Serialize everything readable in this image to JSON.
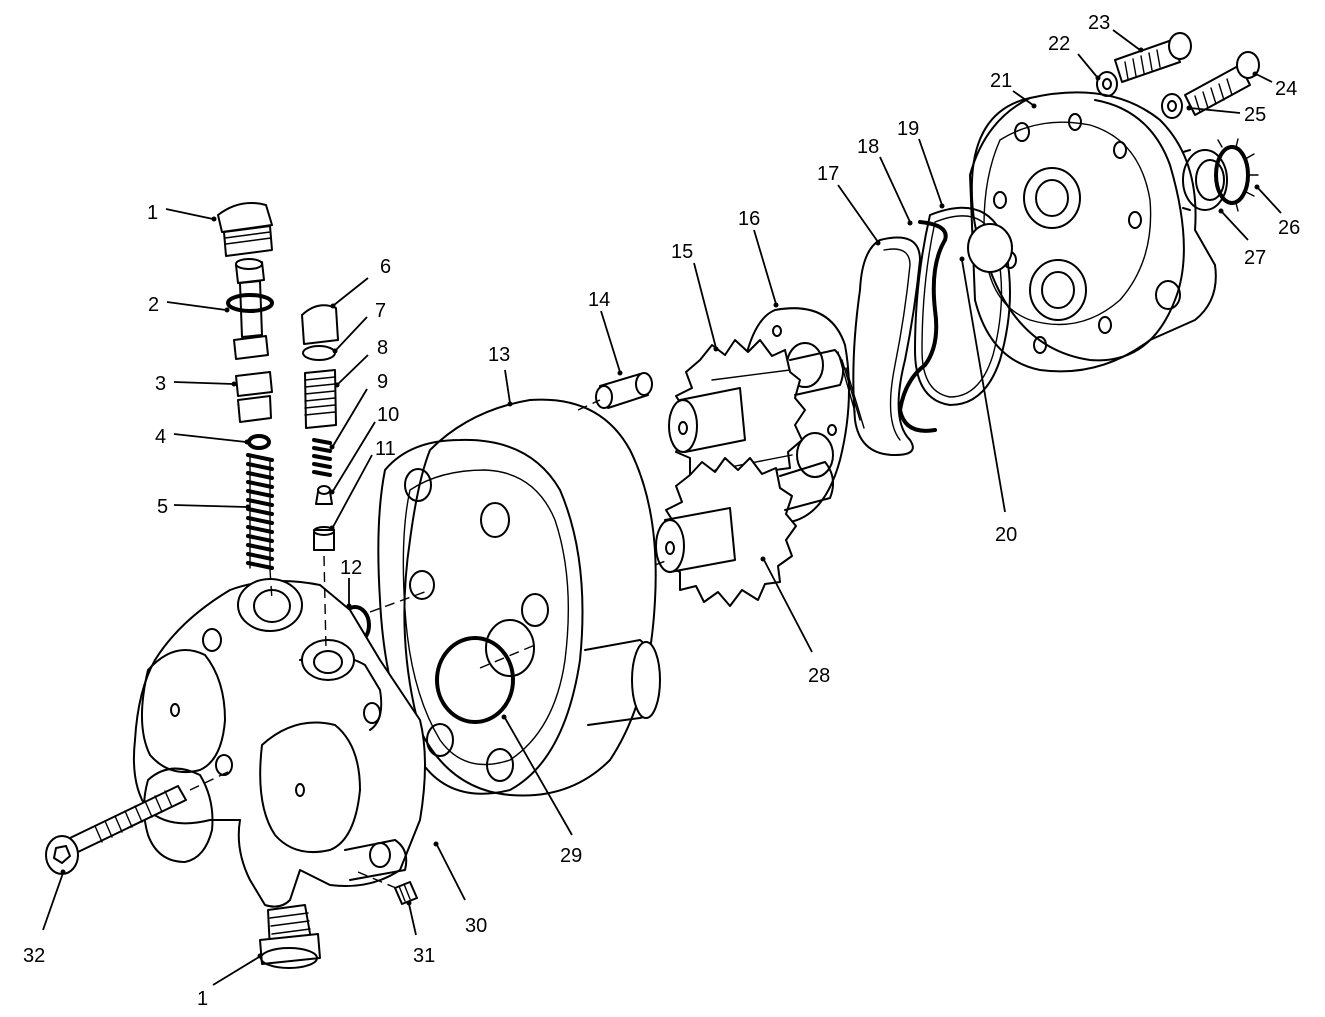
{
  "callouts": {
    "c1_top": "1",
    "c2": "2",
    "c3": "3",
    "c4": "4",
    "c5": "5",
    "c6": "6",
    "c7": "7",
    "c8": "8",
    "c9": "9",
    "c10": "10",
    "c11": "11",
    "c12": "12",
    "c13": "13",
    "c14": "14",
    "c15": "15",
    "c16": "16",
    "c17": "17",
    "c18": "18",
    "c19": "19",
    "c20": "20",
    "c21": "21",
    "c22": "22",
    "c23": "23",
    "c24": "24",
    "c25": "25",
    "c26": "26",
    "c27": "27",
    "c28": "28",
    "c29": "29",
    "c30": "30",
    "c31": "31",
    "c32": "32",
    "c1_bottom": "1"
  }
}
